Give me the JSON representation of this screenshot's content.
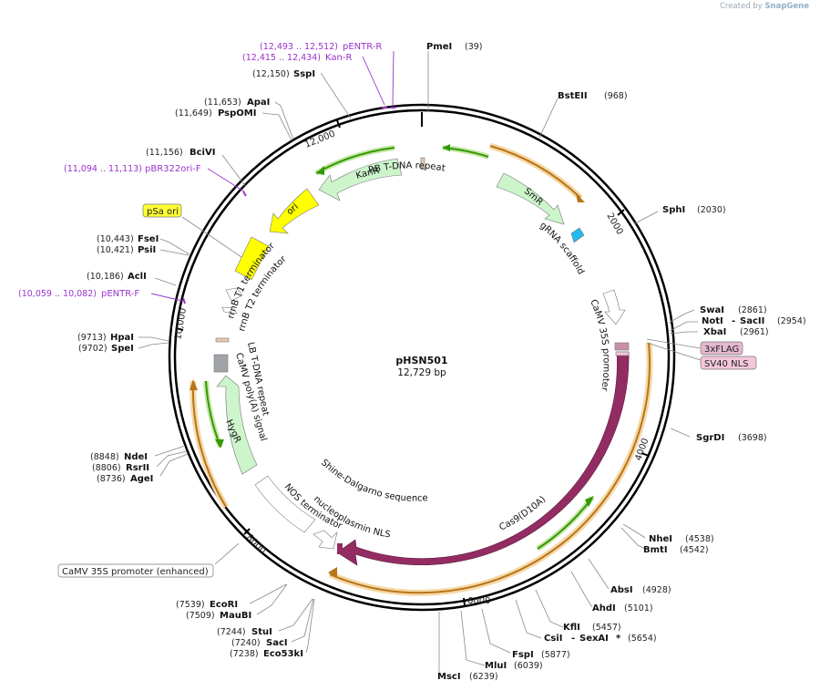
{
  "credit": {
    "created_by": "Created by",
    "brand": "SnapGene"
  },
  "plasmid": {
    "name": "pHSN501",
    "length_label": "12,729 bp"
  },
  "ticks": [
    "2000",
    "4000",
    "6000",
    "8000",
    "10,000",
    "12,000"
  ],
  "sites": [
    {
      "name": "PmeI",
      "pos": "(39)"
    },
    {
      "name": "BstEII",
      "pos": "(968)"
    },
    {
      "name": "SphI",
      "pos": "(2030)"
    },
    {
      "name": "SwaI",
      "pos": "(2861)"
    },
    {
      "name": "NotI",
      "pos": "(2954)",
      "extra": "SacII"
    },
    {
      "name": "XbaI",
      "pos": "(2961)"
    },
    {
      "name": "SgrDI",
      "pos": "(3698)"
    },
    {
      "name": "NheI",
      "pos": "(4538)"
    },
    {
      "name": "BmtI",
      "pos": "(4542)"
    },
    {
      "name": "AbsI",
      "pos": "(4928)"
    },
    {
      "name": "AhdI",
      "pos": "(5101)"
    },
    {
      "name": "KflI",
      "pos": "(5457)"
    },
    {
      "name": "CsiI",
      "pos": "(5654)",
      "extra": "SexAI",
      "mark": "*"
    },
    {
      "name": "FspI",
      "pos": "(5877)"
    },
    {
      "name": "MluI",
      "pos": "(6039)"
    },
    {
      "name": "MscI",
      "pos": "(6239)"
    },
    {
      "name": "Eco53kI",
      "pos": "(7238)"
    },
    {
      "name": "SacI",
      "pos": "(7240)"
    },
    {
      "name": "StuI",
      "pos": "(7244)"
    },
    {
      "name": "MauBI",
      "pos": "(7509)"
    },
    {
      "name": "EcoRI",
      "pos": "(7539)"
    },
    {
      "name": "AgeI",
      "pos": "(8736)"
    },
    {
      "name": "RsrII",
      "pos": "(8806)"
    },
    {
      "name": "NdeI",
      "pos": "(8848)"
    },
    {
      "name": "SpeI",
      "pos": "(9702)"
    },
    {
      "name": "HpaI",
      "pos": "(9713)"
    },
    {
      "name": "AclI",
      "pos": "(10,186)"
    },
    {
      "name": "PsiI",
      "pos": "(10,421)"
    },
    {
      "name": "FseI",
      "pos": "(10,443)"
    },
    {
      "name": "BciVI",
      "pos": "(11,156)"
    },
    {
      "name": "PspOMI",
      "pos": "(11,649)"
    },
    {
      "name": "ApaI",
      "pos": "(11,653)"
    },
    {
      "name": "SspI",
      "pos": "(12,150)"
    }
  ],
  "primers": [
    {
      "name": "pENTR-R",
      "range": "(12,493 .. 12,512)"
    },
    {
      "name": "Kan-R",
      "range": "(12,415 .. 12,434)"
    },
    {
      "name": "pBR322ori-F",
      "range": "(11,094 .. 11,113)"
    },
    {
      "name": "pENTR-F",
      "range": "(10,059 .. 10,082)"
    }
  ],
  "boxed_features": [
    {
      "label": "pSa ori",
      "color": "#ffff33"
    },
    {
      "label": "3xFLAG",
      "color": "#e4b8cf"
    },
    {
      "label": "SV40 NLS",
      "color": "#f3c6dc"
    },
    {
      "label": "CaMV 35S promoter (enhanced)",
      "color": "#ffffff"
    }
  ],
  "features": {
    "rb": "RB T-DNA repeat",
    "kanr": "KanR",
    "smr": "SmR",
    "ori": "ori",
    "grna": "gRNA scaffold",
    "rrnb_t1": "rrnB T1 terminator",
    "rrnb_t2": "rrnB T2 terminator",
    "camv35s": "CaMV 35S promoter",
    "lb": "LB T-DNA repeat",
    "polya": "CaMV poly(A) signal",
    "hygr": "HygR",
    "cas9": "Cas9(D10A)",
    "shine": "Shine-Dalgarno sequence",
    "npnls": "nucleoplasmin NLS",
    "nos": "NOS terminator"
  },
  "colors": {
    "cas9": "#932c63",
    "smr": "#ccf5cc",
    "ori": "#ffff00",
    "orf_orange": "#e6a23c",
    "orf_green": "#339900",
    "primer": "#9933cc",
    "grna": "#22bbee"
  }
}
